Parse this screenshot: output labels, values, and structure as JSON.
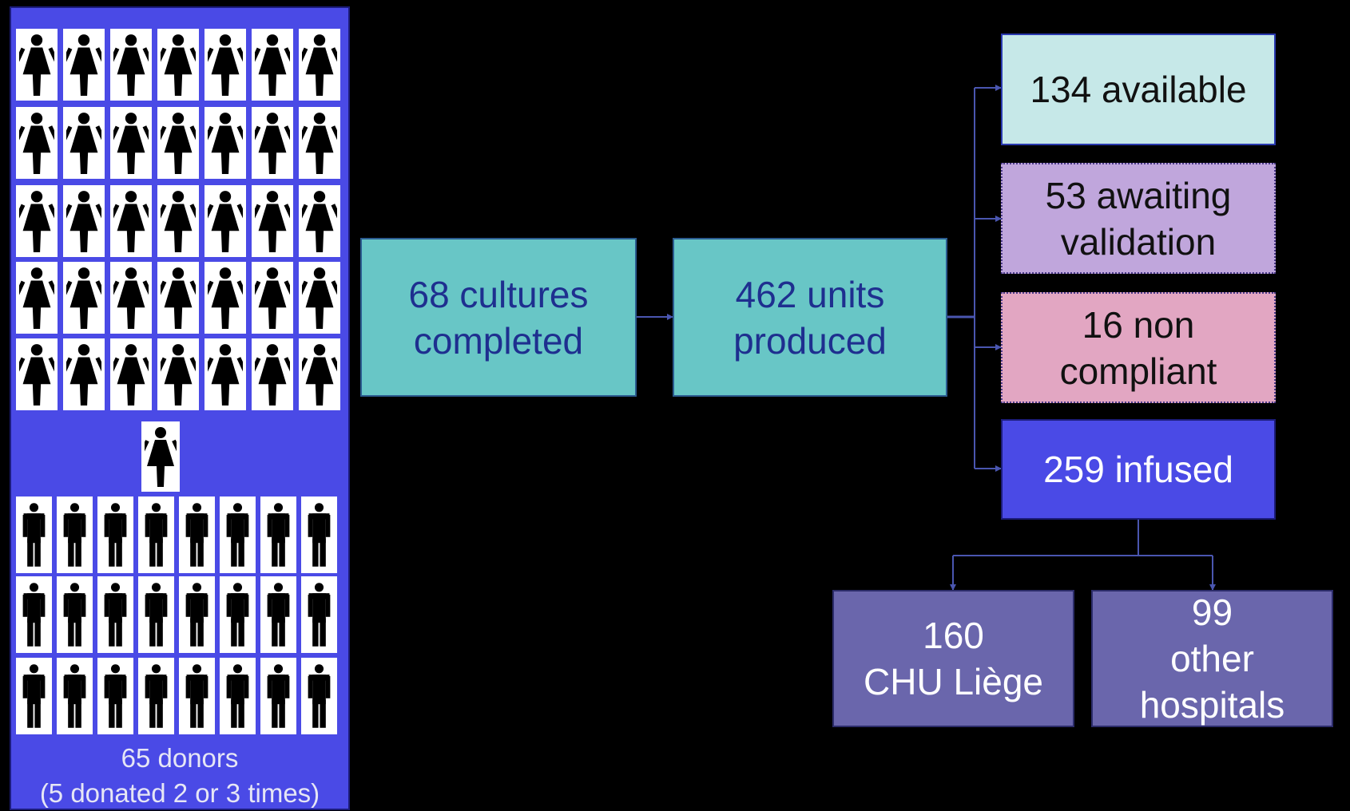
{
  "donors": {
    "caption_line1": "65 donors",
    "caption_line2": "(5 donated 2 or 3 times)",
    "female_icon": "female-figure-icon",
    "male_icon": "male-figure-icon"
  },
  "flow": {
    "cultures": {
      "line1": "68 cultures",
      "line2": "completed"
    },
    "units": {
      "line1": "462 units",
      "line2": "produced"
    },
    "available": {
      "line1": "134 available"
    },
    "awaiting": {
      "line1": "53 awaiting",
      "line2": "validation"
    },
    "noncompliant": {
      "line1": "16 non",
      "line2": "compliant"
    },
    "infused": {
      "line1": "259 infused"
    },
    "chu": {
      "line1": "160",
      "line2": "CHU Liège"
    },
    "other": {
      "line1": "99",
      "line2": "other",
      "line3": "hospitals"
    }
  },
  "colors": {
    "background": "#000000",
    "panel_blue": "#4a4ae6",
    "teal": "#68c6c6",
    "light_teal": "#c6e8e8",
    "lavender": "#c0a6dc",
    "pink": "#e2a6c2",
    "purple": "#6a66ac",
    "connector": "#4a56b0"
  }
}
